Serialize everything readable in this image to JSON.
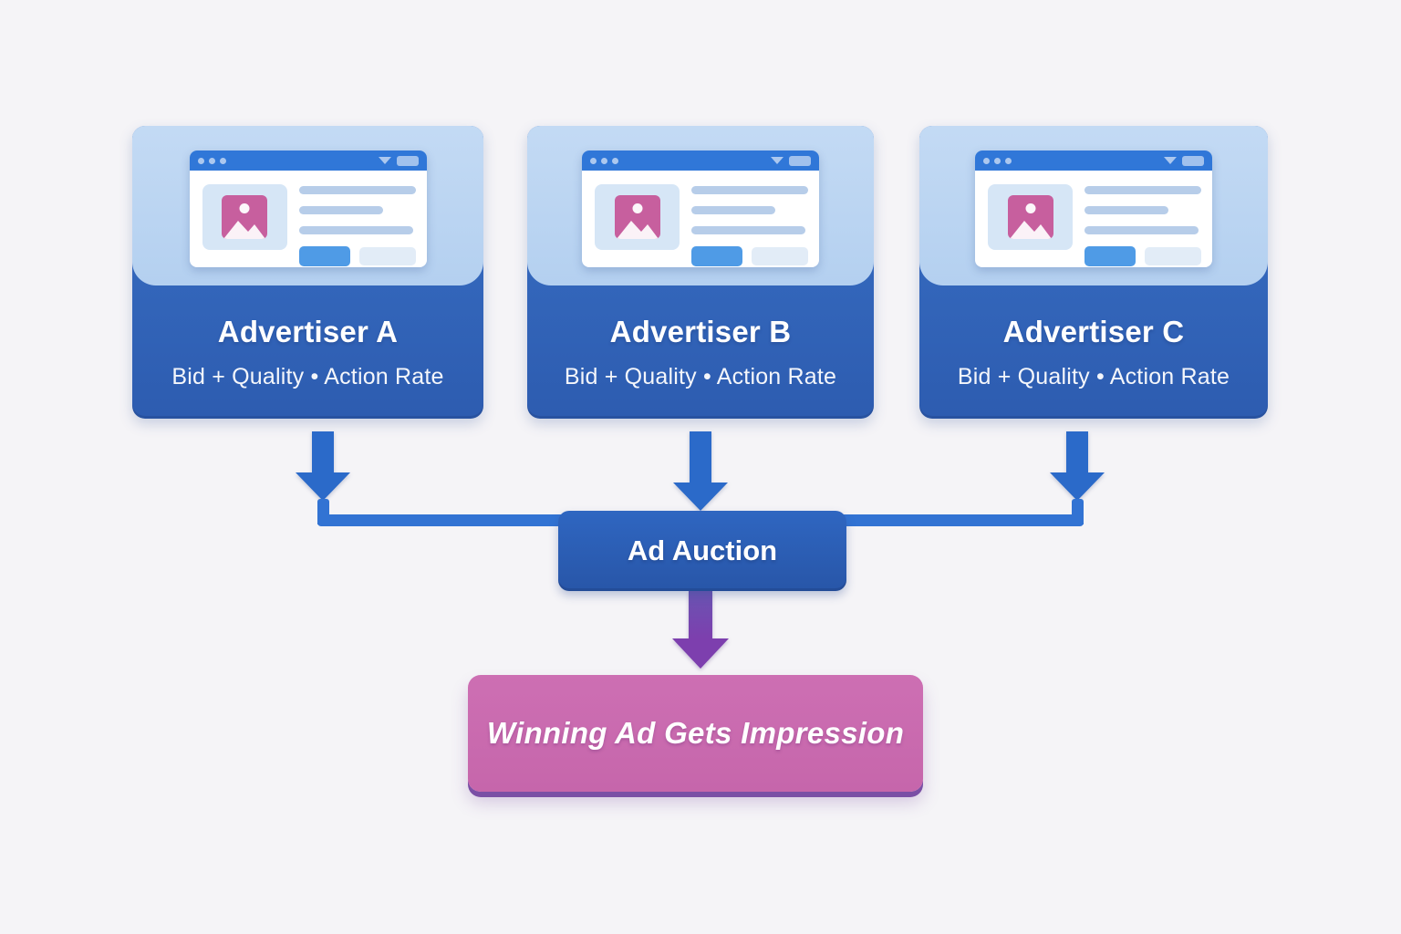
{
  "colors": {
    "background": "#f5f4f7",
    "card_header": "#b4d0f0",
    "card_header_light": "#c3daf4",
    "card_body": "#3a71c6",
    "card_body_dark": "#2d5cb0",
    "browser_bar": "#3077d8",
    "browser_body": "#ffffff",
    "image_placeholder": "#d6e6f6",
    "image_icon_pink": "#c75f9e",
    "text_bar": "#b7cde9",
    "button_blue": "#4f9be6",
    "button_light": "#e2ecf7",
    "arrow_blue": "#2b6ac9",
    "connector_blue": "#3273d3",
    "auction_box": "#2f66c1",
    "auction_box_dark": "#2856a8",
    "arrow_purple_top": "#6a54b2",
    "arrow_purple_bottom": "#7d3fae",
    "result_pink": "#c666ab",
    "result_pink_light": "#cd6fb3",
    "result_shadow": "#7a4fa5",
    "text_white": "#ffffff"
  },
  "cards": [
    {
      "title": "Advertiser A",
      "subtitle": "Bid + Quality • Action Rate"
    },
    {
      "title": "Advertiser B",
      "subtitle": "Bid + Quality • Action Rate"
    },
    {
      "title": "Advertiser C",
      "subtitle": "Bid + Quality • Action Rate"
    }
  ],
  "auction": {
    "label": "Ad Auction"
  },
  "result": {
    "label": "Winning Ad Gets Impression"
  }
}
